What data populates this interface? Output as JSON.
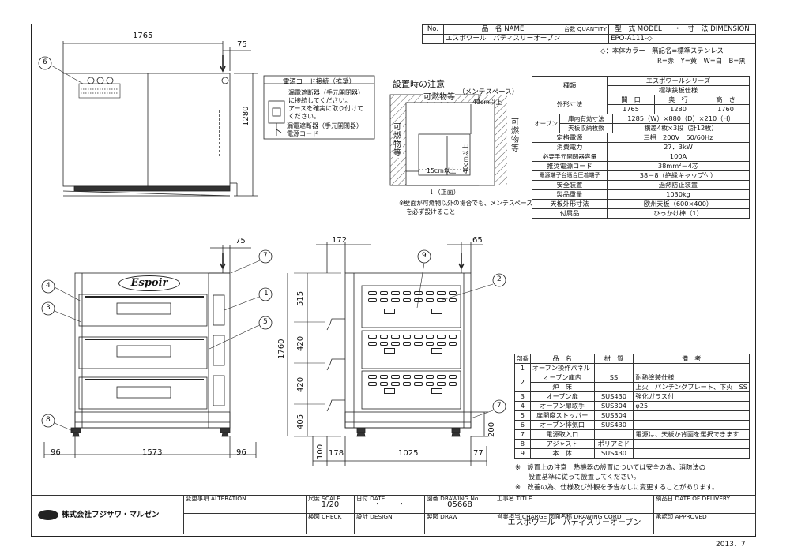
{
  "header": {
    "no_label": "No.",
    "name_label": "品　名 NAME",
    "qty_label": "台数 QUANTITY",
    "model_label": "型　式 MODEL",
    "dim_label": "・　寸　法 DIMENSION",
    "product_name": "エスポワール　パティスリーオーブン",
    "model_value": "EPO-A111-◇",
    "color_note_1": "◇：本体カラー　無記名=標準ステンレス",
    "color_note_2": "R=赤　Y=黄　W=白　B=黒"
  },
  "views": {
    "top_width": "1765",
    "top_right": "75",
    "top_height": "1280",
    "front_right": "75",
    "front_bottom_left": "96",
    "front_bottom_mid": "1573",
    "front_bottom_right": "96",
    "total_height": "1760",
    "side_top": "172",
    "side_h1": "515",
    "side_h2": "420",
    "side_h3": "420",
    "side_h4": "405",
    "side_foot": "100",
    "side_bottom_left": "178",
    "side_bottom_mid": "1025",
    "side_bottom_right": "77",
    "side_right_top": "65",
    "side_right_h": "200",
    "brand": "Espoir"
  },
  "callouts": [
    "1",
    "2",
    "3",
    "4",
    "5",
    "6",
    "7",
    "8",
    "9"
  ],
  "power_cord": {
    "title": "電源コード接続（推奨）",
    "line1": "漏電遮断器（手元開閉器）",
    "line2": "に接続してください。",
    "line3": "アースを確実に取り付けて",
    "line4": "ください。",
    "label1": "漏電遮断器（手元開閉器）",
    "label2": "電源コード"
  },
  "install": {
    "title": "設置時の注意",
    "mentenance": "（メンテスペース）",
    "combustible_top": "可燃物等",
    "combustible_left": "可燃物等",
    "combustible_right": "可燃物等",
    "dim_top": "40cm以上",
    "dim_mid": "40cm以上",
    "dim_side": "15cm以上",
    "front": "↓（正面）",
    "note1": "※壁面が可燃物以外の場合でも、メンテスペース",
    "note2": "を必ず設けること"
  },
  "spec": {
    "series_label": "種類",
    "series_value": "エスポワールシリーズ",
    "series_sub": "標準鉄板仕様",
    "dim_label": "外形寸法",
    "col_w": "間　口",
    "col_d": "奥　行",
    "col_h": "高　さ",
    "val_w": "1765",
    "val_d": "1280",
    "val_h": "1760",
    "oven_label": "オーブン",
    "inner_label": "庫内有効寸法",
    "inner_value": "1285（W）×880（D）×210（H）",
    "tray_label": "天板収納枚数",
    "tray_value": "横差4枚×3段（計12枚）",
    "power_label": "定格電源",
    "power_value": "三相　200V　50/60Hz",
    "consume_label": "消費電力",
    "consume_value": "27．3kW",
    "breaker_label": "必要手元開閉器容量",
    "breaker_value": "100A",
    "cord_label": "推奨電源コード",
    "cord_value": "38mm²－4芯",
    "terminal_label": "電源端子台適合圧着端子",
    "terminal_value": "38－8（絶縁キャップ付）",
    "safety_label": "安全装置",
    "safety_value": "過熱防止装置",
    "weight_label": "製品重量",
    "weight_value": "1030kg",
    "plate_label": "天板外形寸法",
    "plate_value": "欧州天板（600×400）",
    "acc_label": "付属品",
    "acc_value": "ひっかけ棒（1）"
  },
  "parts": {
    "h_no": "部番",
    "h_name": "品　名",
    "h_mat": "材　質",
    "h_note": "備　考",
    "rows": [
      {
        "no": "1",
        "name": "オーブン操作パネル",
        "mat": "",
        "note": ""
      },
      {
        "no": "2",
        "name": "オーブン庫内",
        "mat": "SS",
        "note": "耐熱塗装仕様"
      },
      {
        "no": "",
        "name": "炉　床",
        "mat": "",
        "note": "上火　パンチングプレート、下火　SS"
      },
      {
        "no": "3",
        "name": "オーブン扉",
        "mat": "SUS430",
        "note": "強化ガラス付"
      },
      {
        "no": "4",
        "name": "オーブン扉取手",
        "mat": "SUS304",
        "note": "φ25"
      },
      {
        "no": "5",
        "name": "扉開度ストッパー",
        "mat": "SUS304",
        "note": ""
      },
      {
        "no": "6",
        "name": "オーブン排気口",
        "mat": "SUS430",
        "note": ""
      },
      {
        "no": "7",
        "name": "電源取入口",
        "mat": "",
        "note": "電源は、天板か背面を選択できます"
      },
      {
        "no": "8",
        "name": "アジャスト",
        "mat": "ポリアミド",
        "note": ""
      },
      {
        "no": "9",
        "name": "本　体",
        "mat": "SUS430",
        "note": ""
      }
    ]
  },
  "notes": {
    "n1": "※　設置上の注意　熱機器の設置については安全の為、消防法の",
    "n2": "　　設置基準に従って設置してください。",
    "n3": "※　改善の為、仕様及び外観を予告なしに変更することがあります。"
  },
  "titleblock": {
    "company": "株式会社フジサワ・マルゼン",
    "alteration": "変更事項 ALTERATION",
    "scale_label": "尺度 SCALE",
    "scale_value": "1/20",
    "date_label": "日付 DATE",
    "date_value": "・　　・",
    "drawing_label": "図番 DRAWING No.",
    "drawing_value": "05668",
    "title_label": "工事名 TITLE",
    "delivery_label": "納品日 DATE OF DELIVERY",
    "check_label": "検図 CHECK",
    "design_label": "設計 DESIGN",
    "draw_label": "製図 DRAW",
    "charge_label": "営業担当 CHARGE",
    "cord_label": "図面名称 DRAWING CORD",
    "cord_value": "エスポワール　パティスリーオーブン",
    "approved_label": "承認印 APPROVED",
    "year": "2013．7"
  }
}
